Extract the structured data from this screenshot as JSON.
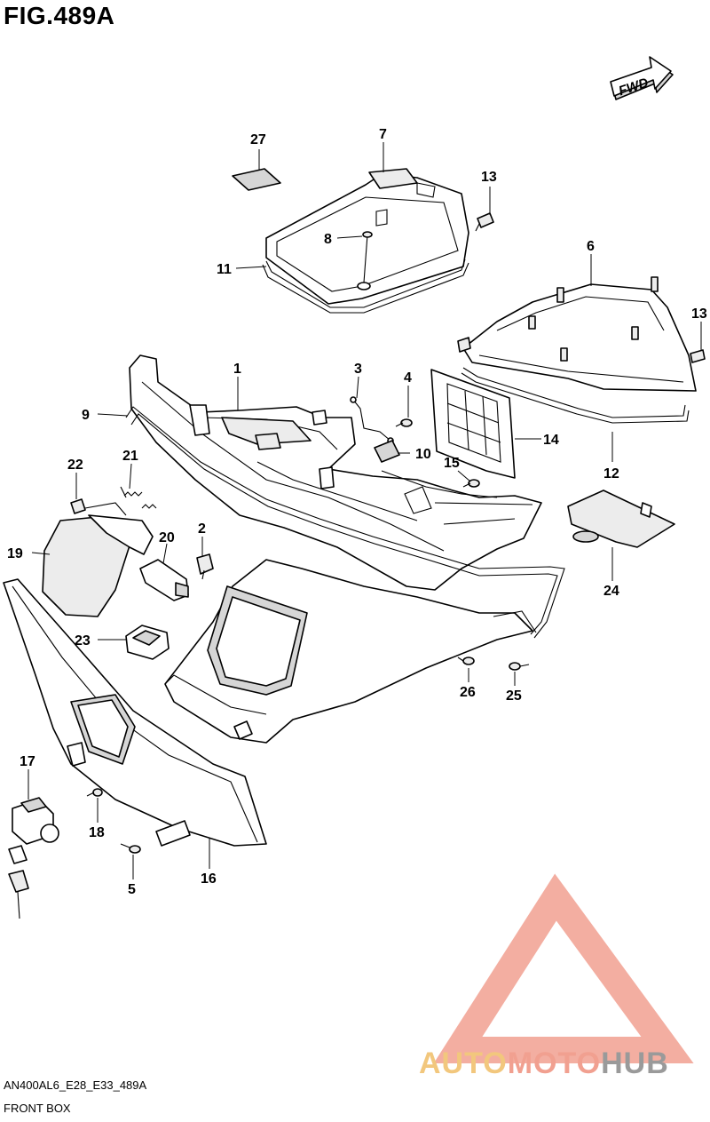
{
  "header": {
    "title": "FIG.489A"
  },
  "fwd_badge": {
    "label": "FWD"
  },
  "callouts": {
    "c1": "1",
    "c2": "2",
    "c3": "3",
    "c4": "4",
    "c5": "5",
    "c6": "6",
    "c7": "7",
    "c8": "8",
    "c9": "9",
    "c10": "10",
    "c11": "11",
    "c12": "12",
    "c13a": "13",
    "c13b": "13",
    "c14": "14",
    "c15": "15",
    "c16": "16",
    "c17": "17",
    "c18": "18",
    "c19": "19",
    "c20": "20",
    "c21": "21",
    "c22": "22",
    "c23": "23",
    "c24": "24",
    "c25": "25",
    "c26": "26",
    "c27": "27"
  },
  "footer": {
    "code": "AN400AL6_E28_E33_489A",
    "caption": "FRONT BOX"
  },
  "watermark": {
    "word_part1": "AUTO",
    "word_part2": "MOTO",
    "word_part3": "HUB",
    "colors": {
      "auto": "#f2c77d",
      "moto": "#f1a090",
      "hub": "#9a9a9a",
      "triangle": "#f1a090"
    }
  }
}
